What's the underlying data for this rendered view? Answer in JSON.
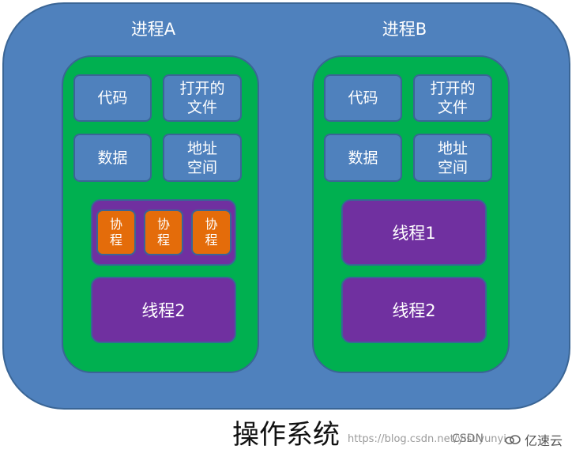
{
  "os_label": "操作系统",
  "process_a": {
    "title": "进程A",
    "code": "代码",
    "open_files": "打开的\n文件",
    "data": "数据",
    "address_space": "地址\n空间",
    "coroutines": [
      "协\n程",
      "协\n程",
      "协\n程"
    ],
    "thread": "线程2"
  },
  "process_b": {
    "title": "进程B",
    "code": "代码",
    "open_files": "打开的\n文件",
    "data": "数据",
    "address_space": "地址\n空间",
    "thread1": "线程1",
    "thread2": "线程2"
  },
  "watermark": {
    "url": "https://blog.csdn.net/yisuyunyi",
    "csdn": "CSDN",
    "brand": "亿速云"
  },
  "colors": {
    "os_blue": "#4f81bd",
    "process_green": "#00b050",
    "thread_purple": "#7030a0",
    "coroutine_orange": "#e46c0a"
  }
}
